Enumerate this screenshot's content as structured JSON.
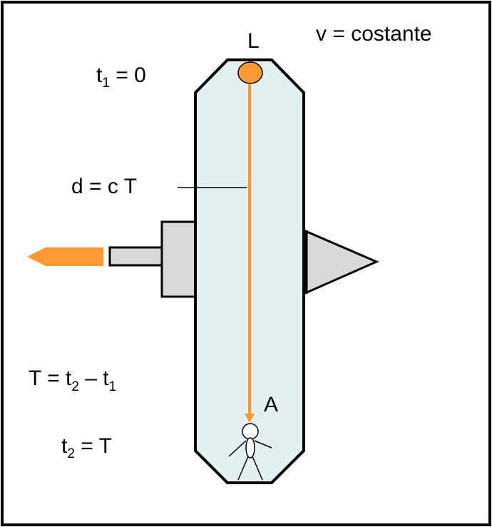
{
  "labels": {
    "velocity": "v = costante",
    "light_source": "L",
    "observer": "A",
    "distance": "d = c T",
    "t1_var": "t",
    "t1_sub": "1",
    "t1_rest": " = 0",
    "period_lhs": "T = t",
    "period_sub2": "2",
    "period_mid": " – t",
    "period_sub1": "1",
    "t2_var": "t",
    "t2_sub": "2",
    "t2_rest": " = T"
  },
  "colors": {
    "border": "#000000",
    "cabin_fill": "#e4f0f2",
    "light_beam": "#ff9933",
    "engine_gray": "#d9d9d9",
    "flame": "#ff9933"
  },
  "icons": {
    "light_source": "orange-circle",
    "observer": "stick-figure",
    "flame": "arrow-flame"
  }
}
